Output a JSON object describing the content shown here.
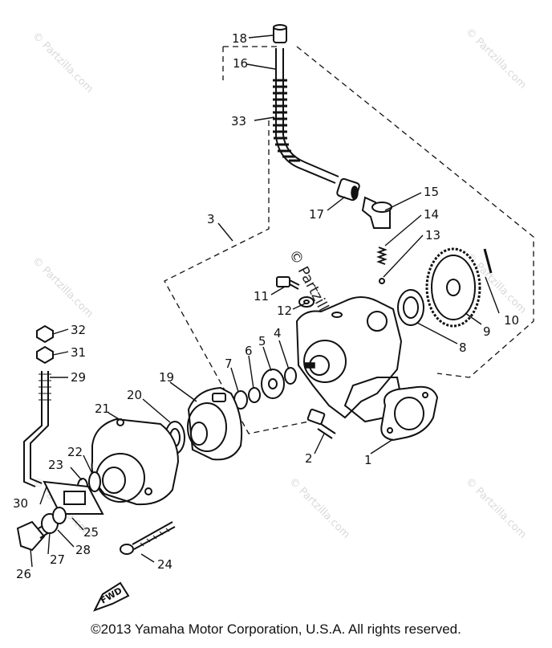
{
  "watermark": {
    "text": "© Partzilla.com"
  },
  "fwd_label": "FWD",
  "copyright": "©2013  Yamaha Motor Corporation, U.S.A. All rights reserved.",
  "callouts": {
    "c1": "1",
    "c2": "2",
    "c3": "3",
    "c4": "4",
    "c5": "5",
    "c6": "6",
    "c7": "7",
    "c8": "8",
    "c9": "9",
    "c10": "10",
    "c11": "11",
    "c12": "12",
    "c13": "13",
    "c14": "14",
    "c15": "15",
    "c16": "16",
    "c17": "17",
    "c18": "18",
    "c19": "19",
    "c20": "20",
    "c21": "21",
    "c22": "22",
    "c23": "23",
    "c24": "24",
    "c25": "25",
    "c26": "26",
    "c27": "27",
    "c28": "28",
    "c29": "29",
    "c30": "30",
    "c31": "31",
    "c32": "32",
    "c33": "33"
  }
}
